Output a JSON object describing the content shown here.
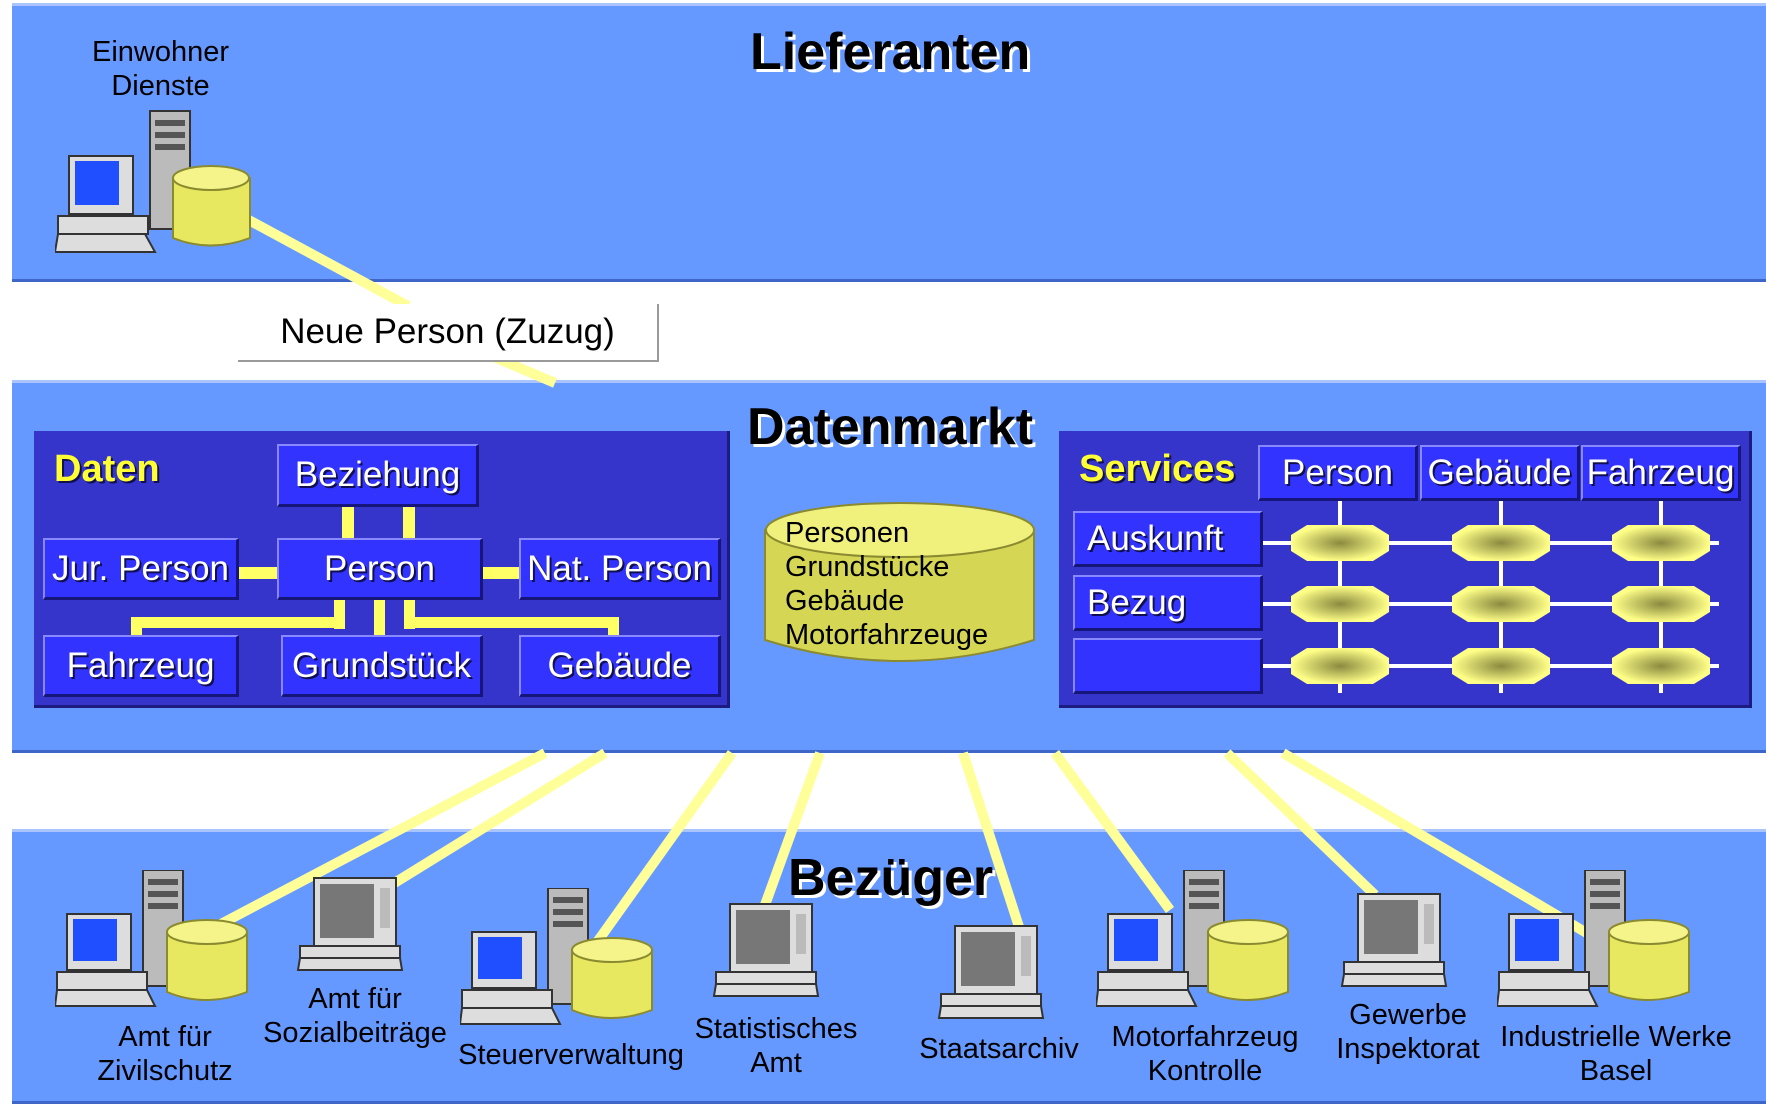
{
  "lieferanten": {
    "title": "Lieferanten",
    "supplier_label": "Einwohner\nDienste"
  },
  "callout": {
    "label": "Neue Person (Zuzug)"
  },
  "datenmarkt": {
    "title": "Datenmarkt",
    "daten": {
      "title": "Daten",
      "entities": {
        "beziehung": "Beziehung",
        "jur_person": "Jur. Person",
        "person": "Person",
        "nat_person": "Nat. Person",
        "fahrzeug": "Fahrzeug",
        "grundstueck": "Grundstück",
        "gebaeude": "Gebäude"
      }
    },
    "database": {
      "items": [
        "Personen",
        "Grundstücke",
        "Gebäude",
        "Motorfahrzeuge"
      ]
    },
    "services": {
      "title": "Services",
      "columns": [
        "Person",
        "Gebäude",
        "Fahrzeug"
      ],
      "rows": [
        "Auskunft",
        "Bezug",
        ""
      ]
    }
  },
  "bezueger": {
    "title": "Bezüger",
    "consumers": [
      "Amt für\nZivilschutz",
      "Amt für\nSozialbeiträge",
      "Steuerverwaltung",
      "Statistisches\nAmt",
      "Staatsarchiv",
      "Motorfahrzeug\nKontrolle",
      "Gewerbe\nInspektorat",
      "Industrielle Werke\nBasel"
    ]
  },
  "colors": {
    "band": "#6699ff",
    "panel": "#3535cc",
    "box": "#3333ff",
    "accent_yellow": "#ffff33",
    "link": "#ffff99",
    "db": "#e8e860"
  }
}
